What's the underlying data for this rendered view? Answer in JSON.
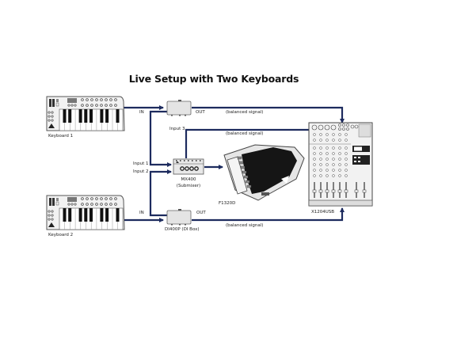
{
  "title": "Live Setup with Two Keyboards",
  "colors": {
    "cable": "#1d2b5e",
    "device_fill": "#e4e4e4",
    "device_stroke": "#555555",
    "monitor_black": "#151515"
  },
  "devices": {
    "keyboard1": {
      "label": "Keyboard 1",
      "icon": "midi-keyboard-icon"
    },
    "keyboard2": {
      "label": "Keyboard 2",
      "icon": "midi-keyboard-icon"
    },
    "di1": {
      "in_label": "IN",
      "out_label": "OUT",
      "icon": "di-box-icon"
    },
    "di2": {
      "in_label": "IN",
      "out_label": "OUT",
      "label": "DI400P (DI Box)",
      "icon": "di-box-icon"
    },
    "submixer": {
      "label_line1": "MX400",
      "label_line2": "(Submixer)",
      "input1": "Input 1",
      "input2": "Input 2",
      "input3": "Input 3",
      "icon": "submixer-icon"
    },
    "monitor": {
      "label": "F1320D",
      "icon": "stage-monitor-icon"
    },
    "mixer": {
      "label": "X1204USB",
      "icon": "mixer-icon"
    }
  },
  "cables": {
    "top_balanced": "(balanced signal)",
    "mid_balanced": "(balanced signal)",
    "bottom_balanced": "(balanced signal)"
  }
}
